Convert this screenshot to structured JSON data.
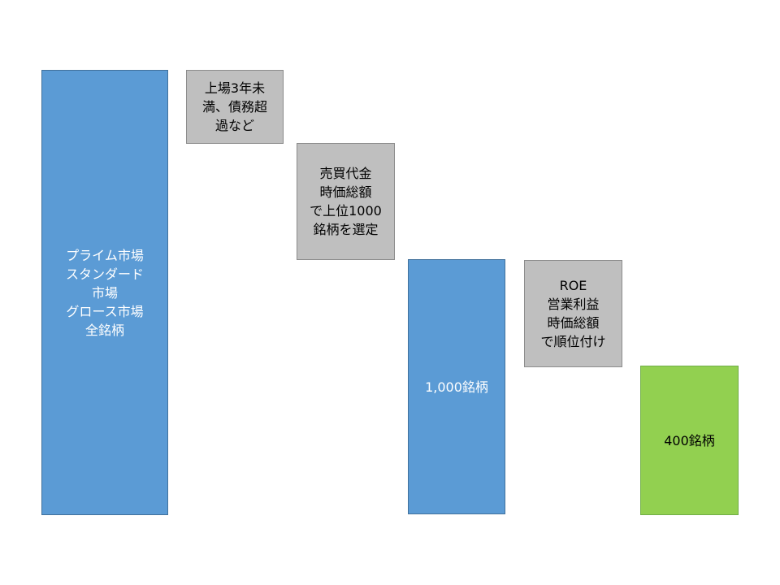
{
  "diagram": {
    "type": "stock-screening-waterfall",
    "steps": [
      {
        "id": "universe",
        "kind": "population",
        "label": "プライム市場\nスタンダード\n市場\nグロース市場\n全銘柄",
        "color": "#5b9bd5"
      },
      {
        "id": "exclusion",
        "kind": "filter",
        "label": "上場3年未\n満、債務超\n過など",
        "color": "#bfbfbf"
      },
      {
        "id": "selection",
        "kind": "filter",
        "label": "売買代金\n時価総額\nで上位1000\n銘柄を選定",
        "color": "#bfbfbf"
      },
      {
        "id": "top1000",
        "kind": "population",
        "label": "1,000銘柄",
        "color": "#5b9bd5"
      },
      {
        "id": "ranking",
        "kind": "filter",
        "label": "ROE\n営業利益\n時価総額\nで順位付け",
        "color": "#bfbfbf"
      },
      {
        "id": "final",
        "kind": "population",
        "label": "400銘柄",
        "color": "#92d050"
      }
    ]
  }
}
